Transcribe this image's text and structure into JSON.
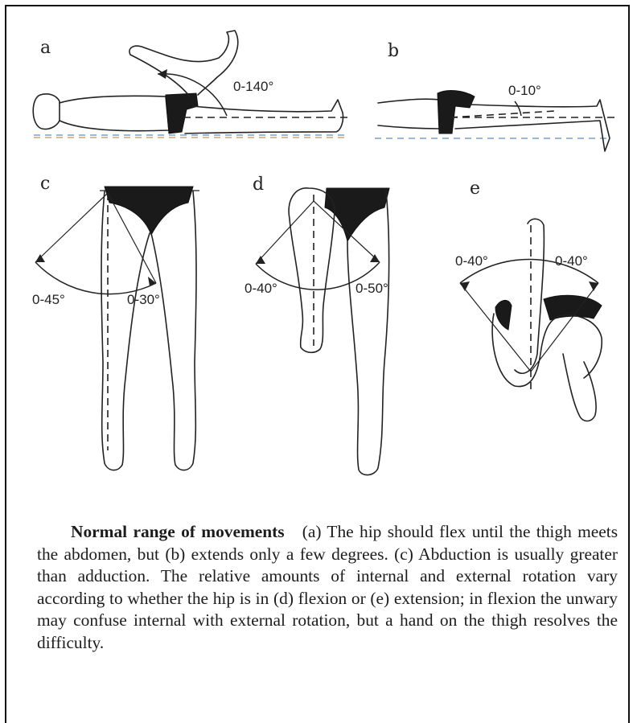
{
  "panels": {
    "a": {
      "letter": "a",
      "angle": "0-140°"
    },
    "b": {
      "letter": "b",
      "angle": "0-10°"
    },
    "c": {
      "letter": "c",
      "angle_left": "0-45°",
      "angle_right": "0-30°"
    },
    "d": {
      "letter": "d",
      "angle_left": "0-40°",
      "angle_right": "0-50°"
    },
    "e": {
      "letter": "e",
      "angle_left": "0-40°",
      "angle_right": "0-40°"
    }
  },
  "caption": {
    "title": "Normal range of movements",
    "body": "(a) The hip should flex until the thigh meets the abdomen, but (b) extends only a few degrees. (c) Abduction is usually greater than adduction. The relative amounts of internal and external rotation vary according to whether the hip is in (d) flexion or (e) extension; in flexion the unwary may confuse internal with external rotation, but a hand on the thigh resolves the difficulty."
  },
  "colors": {
    "ink": "#222222",
    "dash_blue": "#5a8fc2",
    "dash_orange": "#c8925a",
    "paper": "#ffffff"
  }
}
